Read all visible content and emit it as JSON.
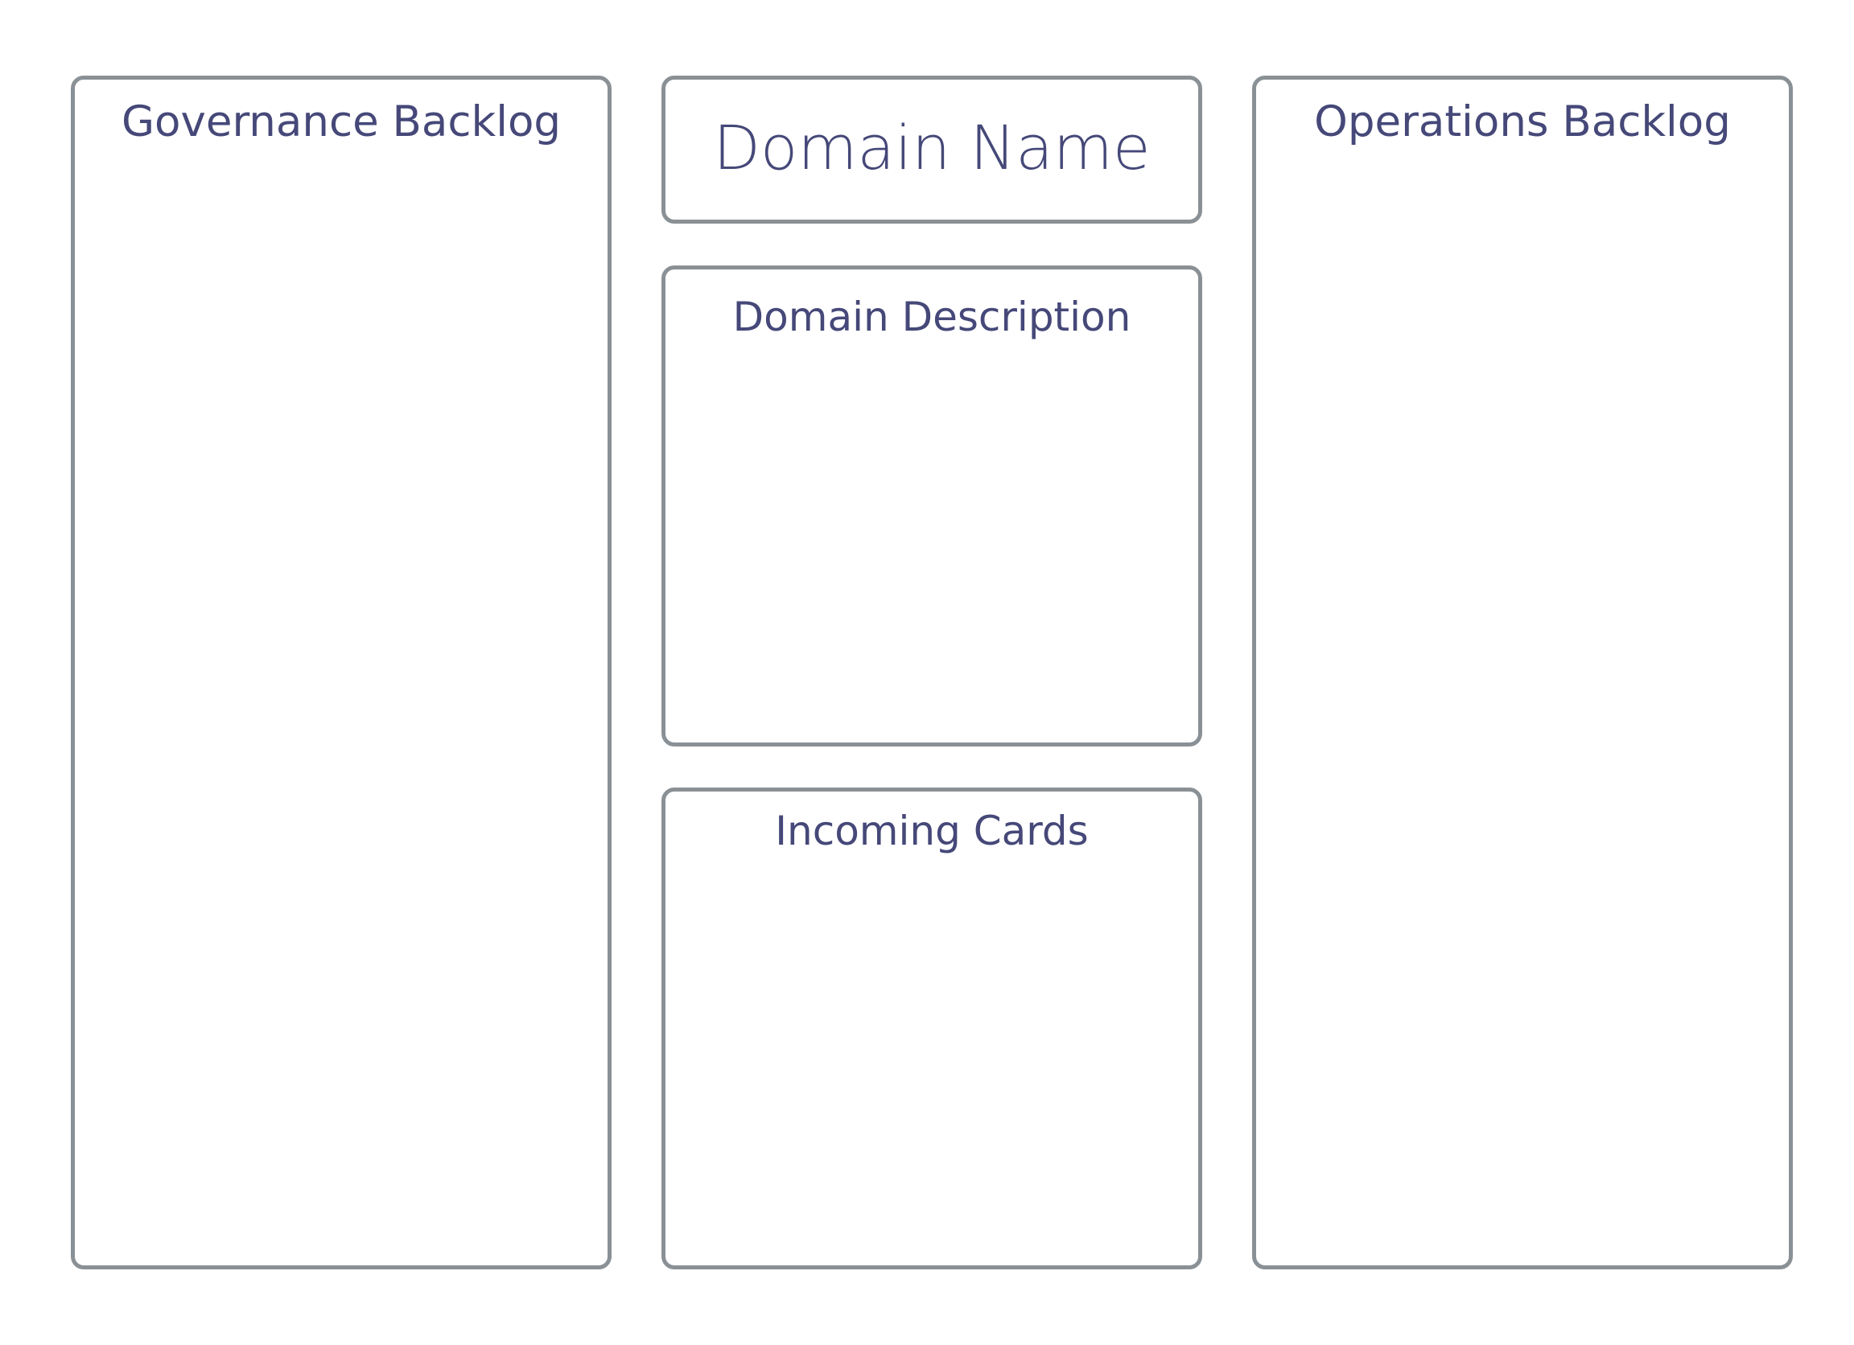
{
  "canvas": {
    "governance_backlog": {
      "title": "Governance Backlog"
    },
    "domain_name": {
      "title": "Domain Name"
    },
    "domain_description": {
      "title": "Domain Description"
    },
    "incoming_cards": {
      "title": "Incoming Cards"
    },
    "operations_backlog": {
      "title": "Operations Backlog"
    }
  },
  "colors": {
    "border": "#8a9196",
    "text": "#454878",
    "background": "#ffffff"
  }
}
